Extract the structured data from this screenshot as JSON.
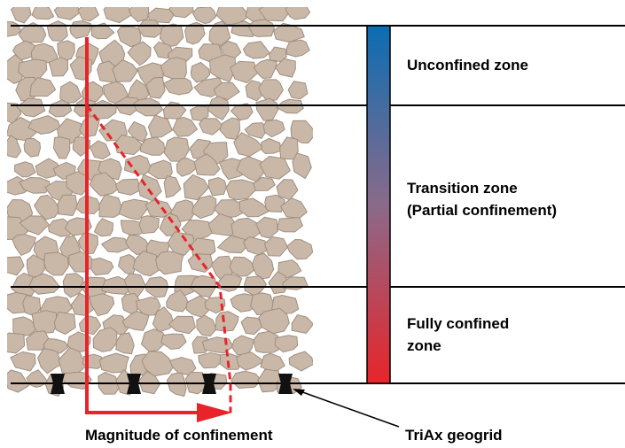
{
  "zones": [
    {
      "label": "Unconfined zone"
    },
    {
      "label": "Transition zone\n(Partial confinement)"
    },
    {
      "label": "Fully confined\nzone"
    }
  ],
  "labels": {
    "magnitude": "Magnitude of confinement",
    "geogrid": "TriAx geogrid"
  },
  "colors": {
    "aggregate": "#c9b8a8",
    "aggregate_edge": "#a08f80",
    "confinement_arrow": "#e8242a",
    "gradient_top": "#0a6db3",
    "gradient_bottom": "#e8242a",
    "geogrid": "#111111"
  }
}
